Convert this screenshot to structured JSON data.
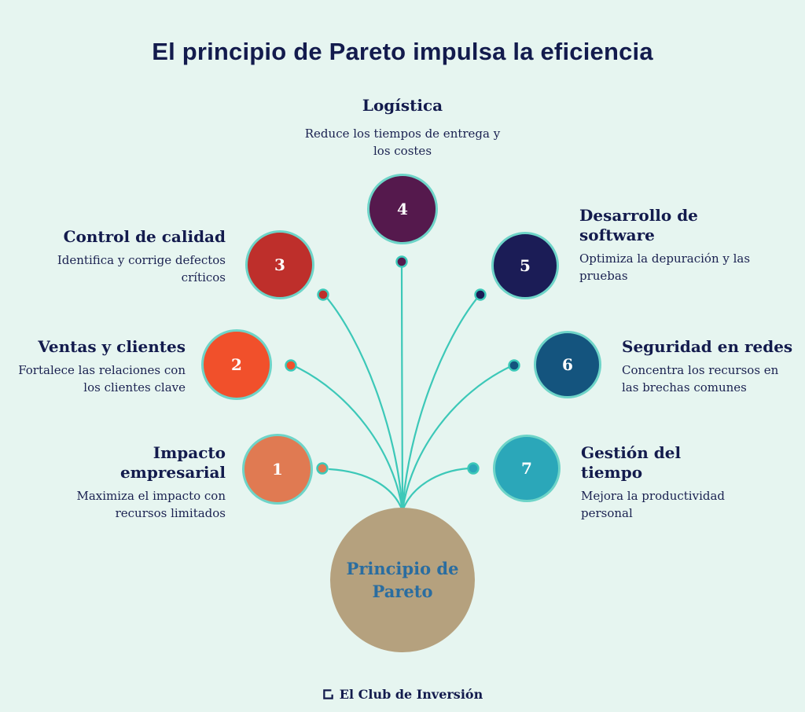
{
  "title": "El principio de Pareto impulsa la eficiencia",
  "nodes": [
    {
      "number": "1",
      "title": "Impacto empresarial",
      "description": "Maximiza el impacto con recursos limitados",
      "color": "#E07A52"
    },
    {
      "number": "2",
      "title": "Ventas y clientes",
      "description": "Fortalece las relaciones con los clientes clave",
      "color": "#F1502B"
    },
    {
      "number": "3",
      "title": "Control de calidad",
      "description": "Identifica y corrige defectos críticos",
      "color": "#BE2F2B"
    },
    {
      "number": "4",
      "title": "Logística",
      "description": "Reduce los tiempos de entrega y los costes",
      "color": "#55194D"
    },
    {
      "number": "5",
      "title": "Desarrollo de software",
      "description": "Optimiza la depuración y las pruebas",
      "color": "#1B1C56"
    },
    {
      "number": "6",
      "title": "Seguridad en redes",
      "description": "Concentra los recursos en las brechas comunes",
      "color": "#14547E"
    },
    {
      "number": "7",
      "title": "Gestión del tiempo",
      "description": "Mejora la productividad personal",
      "color": "#2BA7B9"
    }
  ],
  "center": {
    "label": "Principio de Pareto",
    "color": "#B5A17E",
    "text_color": "#2A6DA0"
  },
  "footer": {
    "brand": "El Club de Inversión"
  },
  "theme": {
    "background": "#E6F5F0",
    "heading_color": "#131B4D",
    "body_color": "#1A2150",
    "connector_color": "#3CC8B8",
    "circle_ring_color": "#6ED4C8"
  }
}
